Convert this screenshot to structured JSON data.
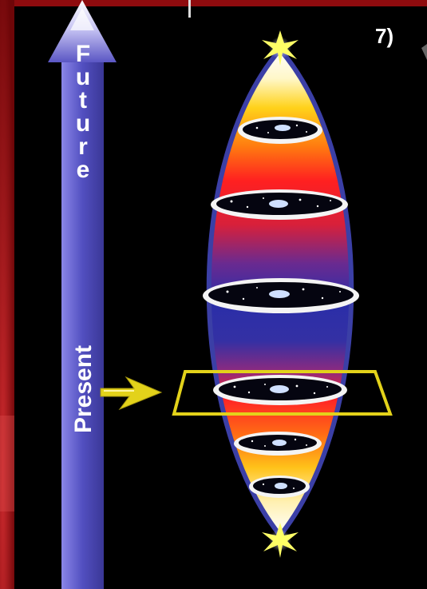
{
  "step_label": "7)",
  "time_arrow": {
    "future_label": "Future",
    "present_label": "Present"
  },
  "colors": {
    "background": "#000000",
    "frame_red": "#8e0b0e",
    "arrow_blue": "#4a46a8",
    "lens_outline": "#3b3fa6",
    "present_plane": "#e3d21a",
    "pointer_arrow": "#e3d21a"
  },
  "icons": {
    "top_star": "singularity-star-icon",
    "bottom_star": "singularity-star-icon",
    "galaxy_discs": "galaxy-disc-icon"
  }
}
